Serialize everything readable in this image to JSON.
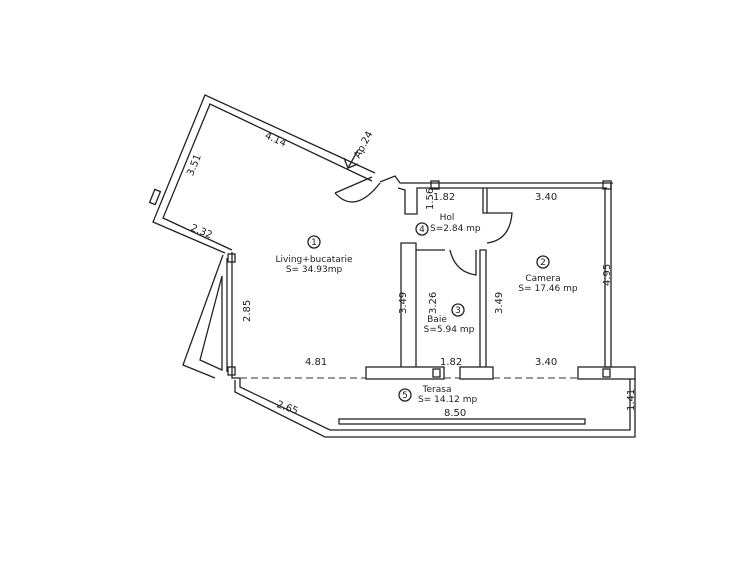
{
  "entrance_label": "Ap.24",
  "rooms": [
    {
      "number": "1",
      "name": "Living+bucatarie",
      "area": "S=  34.93mp"
    },
    {
      "number": "2",
      "name": "Camera",
      "area": "S=  17.46  mp"
    },
    {
      "number": "3",
      "name": "Baie",
      "area": "S=5.94  mp"
    },
    {
      "number": "4",
      "name": "Hol",
      "area": "S=2.84  mp"
    },
    {
      "number": "5",
      "name": "Terasa",
      "area": "S=  14.12  mp"
    }
  ],
  "dimensions": {
    "living_top": "4.14",
    "living_left": "3.51",
    "living_lower_left": "2.32",
    "living_side": "2.85",
    "living_bottom": "4.81",
    "hol_top": "1.82",
    "hol_side": "1.56",
    "baie_left_outer": "3.49",
    "baie_left_inner": "3.26",
    "baie_right": "3.49",
    "baie_bottom": "1.82",
    "camera_top": "3.40",
    "camera_right": "4.95",
    "camera_bottom": "3.40",
    "terasa_left": "2.65",
    "terasa_length": "8.50",
    "terasa_right": "1.41"
  }
}
